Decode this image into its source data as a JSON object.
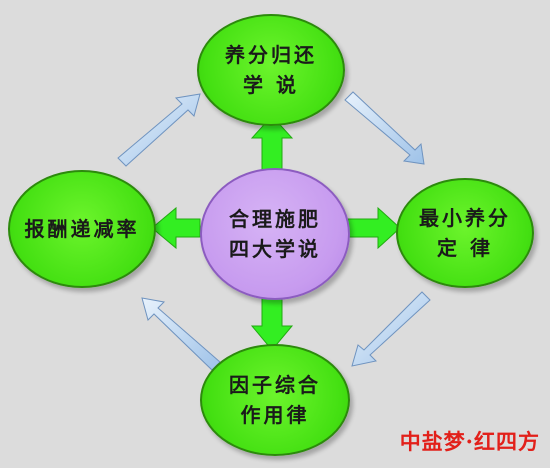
{
  "diagram": {
    "center": {
      "line1": "合理施肥",
      "line2": "四大学说"
    },
    "top": {
      "line1": "养分归还",
      "line2": "学 说"
    },
    "right": {
      "line1": "最小养分",
      "line2": "定 律"
    },
    "bottom": {
      "line1": "因子综合",
      "line2": "作用律"
    },
    "left": {
      "line1": "报酬递减率"
    }
  },
  "colors": {
    "node_green": "#44e012",
    "center_purple": "#c79bef",
    "arrow_green": "#33ee22",
    "arrow_blue": "#b8d4f0",
    "background": "#dcdcdc",
    "watermark": "#e2201a"
  },
  "watermark": "中盐梦·红四方"
}
